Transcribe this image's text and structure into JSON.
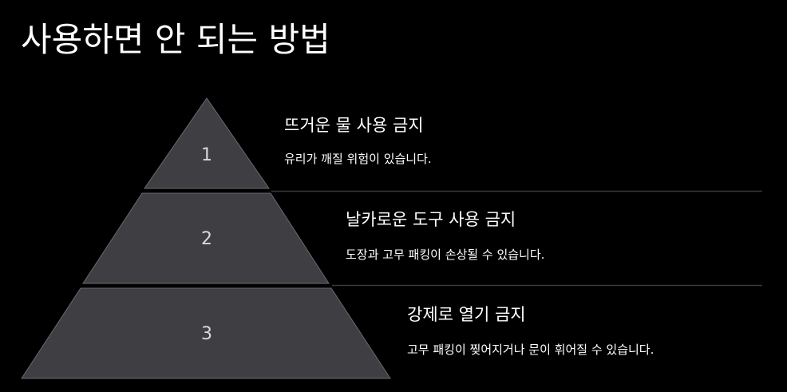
{
  "page": {
    "title": "사용하면 안 되는 방법"
  },
  "colors": {
    "background": "#000000",
    "layer_fill": "#3f3e43",
    "layer_stroke": "#6a6a6e",
    "divider": "#3a3a3a",
    "text": "#ffffff"
  },
  "items": [
    {
      "number": "1",
      "heading": "뜨거운 물 사용 금지",
      "description": "유리가 깨질 위험이 있습니다."
    },
    {
      "number": "2",
      "heading": "날카로운 도구 사용 금지",
      "description": "도장과 고무 패킹이 손상될 수 있습니다."
    },
    {
      "number": "3",
      "heading": "강제로 열기 금지",
      "description": "고무 패킹이 찢어지거나 문이 휘어질 수 있습니다."
    }
  ]
}
